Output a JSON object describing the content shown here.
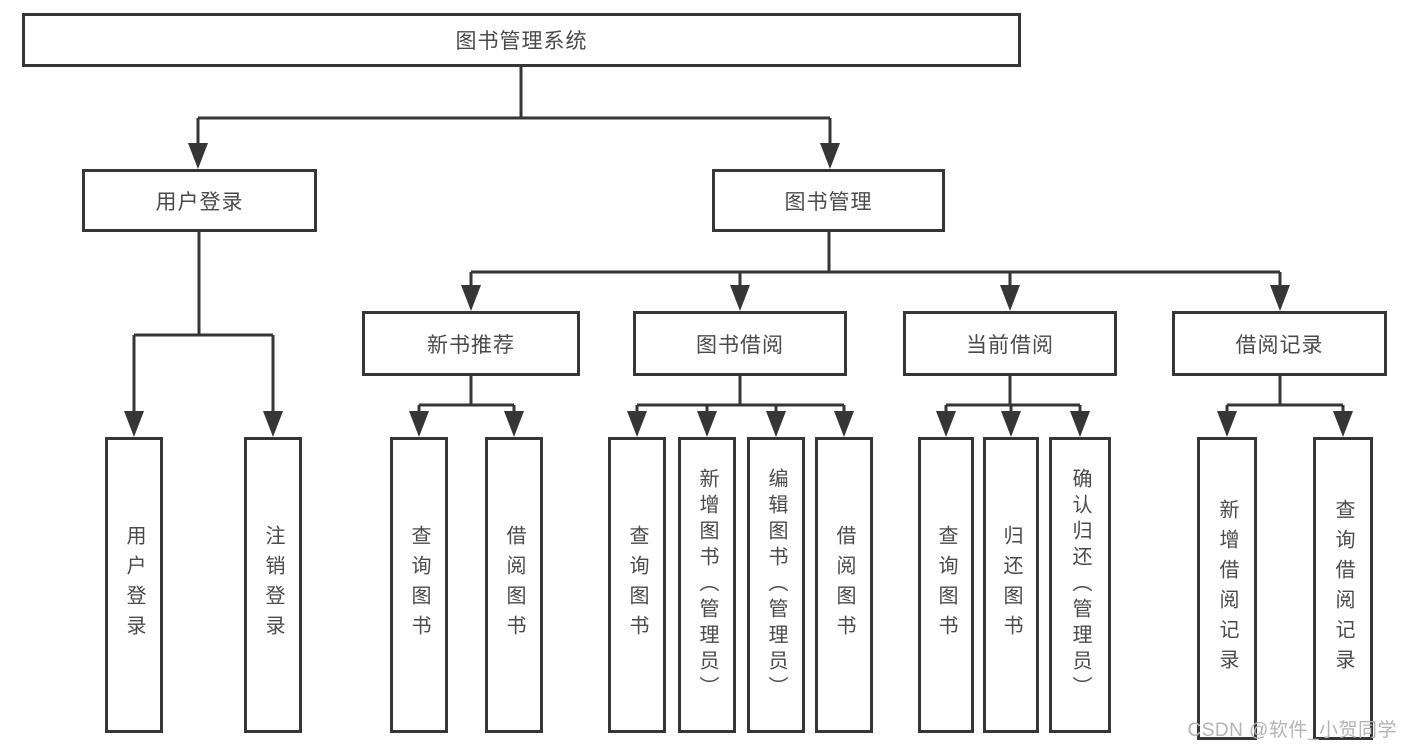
{
  "nodes": {
    "root": "图书管理系统",
    "user_login": "用户登录",
    "book_mgmt": "图书管理",
    "new_books": "新书推荐",
    "book_borrow": "图书借阅",
    "current_borrow": "当前借阅",
    "borrow_records": "借阅记录",
    "leaves": {
      "user_login": [
        "用户登录",
        "注销登录"
      ],
      "new_books": [
        "查询图书",
        "借阅图书"
      ],
      "book_borrow": [
        "查询图书",
        "新增图书（管理员）",
        "编辑图书（管理员）",
        "借阅图书"
      ],
      "current_borrow": [
        "查询图书",
        "归还图书",
        "确认归还（管理员）"
      ],
      "borrow_records": [
        "新增借阅记录",
        "查询借阅记录"
      ]
    }
  },
  "watermark": "CSDN @软件_小贺同学",
  "colors": {
    "line": "#363636",
    "border": "#363636",
    "text": "#4a4a4a",
    "watermark": "#b4b4b4",
    "bg": "#ffffff"
  }
}
